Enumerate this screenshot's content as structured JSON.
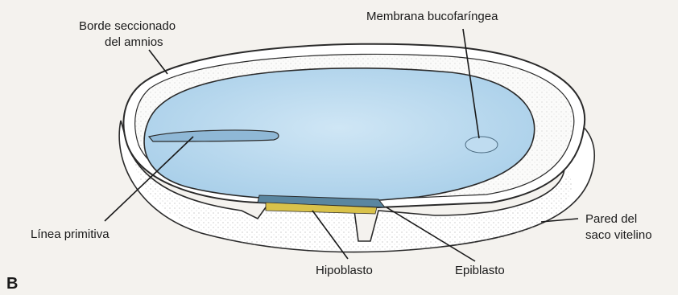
{
  "figure": {
    "panel_letter": "B",
    "labels": {
      "borde_line1": "Borde seccionado",
      "borde_line2": "del amnios",
      "membrana": "Membrana bucofaríngea",
      "linea": "Línea primitiva",
      "pared_line1": "Pared del",
      "pared_line2": "saco vitelino",
      "hipoblasto": "Hipoblasto",
      "epiblasto": "Epiblasto"
    },
    "colors": {
      "embryonic_disc": "#a9cfe9",
      "disc_highlight": "#cfe6f5",
      "hypoblast": "#d9c24a",
      "epiblast": "#5a86a0",
      "yolk_sac": "#ffffff",
      "outline": "#2a2a2a"
    }
  }
}
